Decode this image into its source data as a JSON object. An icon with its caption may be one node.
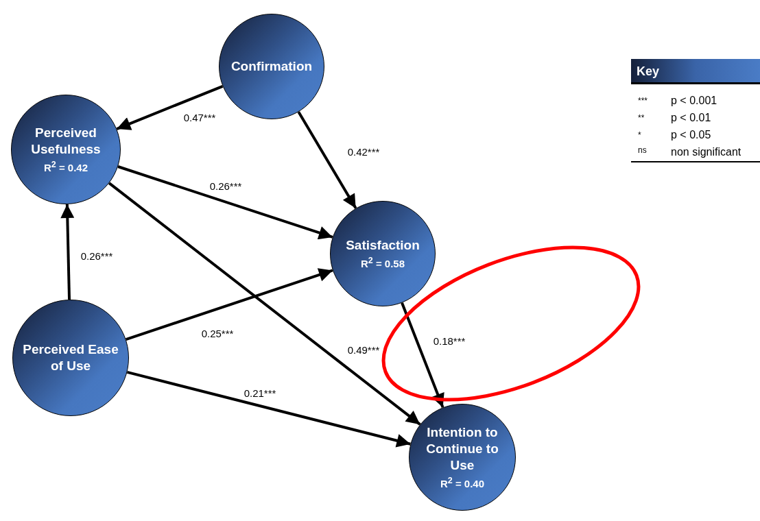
{
  "diagram": {
    "nodes": [
      {
        "text": [
          "Confirmation"
        ]
      },
      {
        "text": [
          "Perceived Usefulness",
          "R$^{2}$ = 0.42"
        ]
      },
      {
        "text": [
          "Satisfaction",
          "R$^{2}$ = 0.58"
        ]
      },
      {
        "text": [
          "Perceived Ease of Use"
        ]
      },
      {
        "text": [
          "Intention to Continue to Use",
          "R$^{2}$ = 0.40"
        ]
      }
    ],
    "edges": [
      {
        "from": 0,
        "to": 1,
        "arrow": "to",
        "label": "0.47***"
      },
      {
        "from": 0,
        "to": 2,
        "arrow": "to",
        "label": "0.42***"
      },
      {
        "from": 1,
        "to": 2,
        "arrow": "to",
        "label": "0.26***"
      },
      {
        "from": 3,
        "to": 1,
        "arrow": "to",
        "label": "0.26***"
      },
      {
        "from": 3,
        "to": 2,
        "arrow": "to",
        "label": "0.25***"
      },
      {
        "from": 1,
        "to": 4,
        "arrow": "to",
        "label": "0.49***"
      },
      {
        "from": 3,
        "to": 4,
        "arrow": "to",
        "label": "0.21***"
      },
      {
        "from": 2,
        "to": 4,
        "arrow": "to",
        "label": "0.18***"
      }
    ],
    "labels": [
      "Key",
      "***",
      "p < 0.001",
      "**",
      "p < 0.01",
      "*",
      "p < 0.05",
      "ns",
      "non significant"
    ]
  }
}
